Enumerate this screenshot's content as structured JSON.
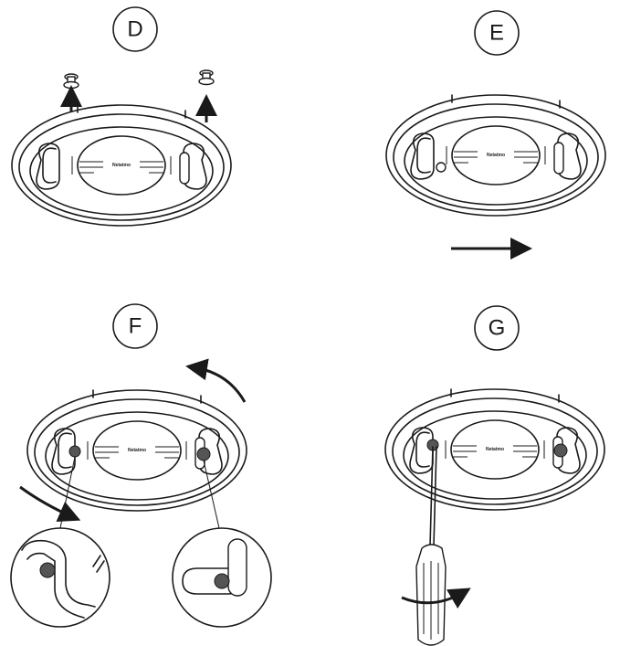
{
  "steps": [
    {
      "label": "D"
    },
    {
      "label": "E"
    },
    {
      "label": "F"
    },
    {
      "label": "G"
    }
  ],
  "brand_mark": "Netatmo",
  "colors": {
    "ink": "#1a1a1a",
    "background": "#ffffff",
    "highlight": "#555555"
  },
  "icons": [
    "screw-icon",
    "arrow-up-icon",
    "arrow-right-icon",
    "rotate-arrow-icon",
    "screwdriver-icon",
    "magnifier-inset-icon"
  ]
}
